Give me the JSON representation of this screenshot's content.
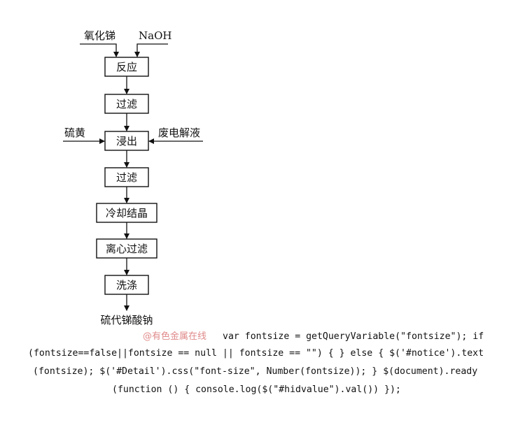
{
  "flow": {
    "inputs": {
      "top_left": "氧化锑",
      "top_right": "NaOH",
      "mid_left": "硫黄",
      "mid_right": "废电解液"
    },
    "steps": [
      "反应",
      "过滤",
      "浸出",
      "过滤",
      "冷却结晶",
      "离心过滤",
      "洗涤"
    ],
    "product": "硫代锑酸钠"
  },
  "watermark": "@有色金属在线",
  "code_lines": [
    "var fontsize = getQueryVariable(\"fontsize\"); if",
    "(fontsize==false||fontsize == null || fontsize == \"\") { } else { $('#notice').text",
    "(fontsize); $('#Detail').css(\"font-size\", Number(fontsize)); } $(document).ready",
    "(function () { console.log($(\"#hidvalue\").val()) });"
  ]
}
